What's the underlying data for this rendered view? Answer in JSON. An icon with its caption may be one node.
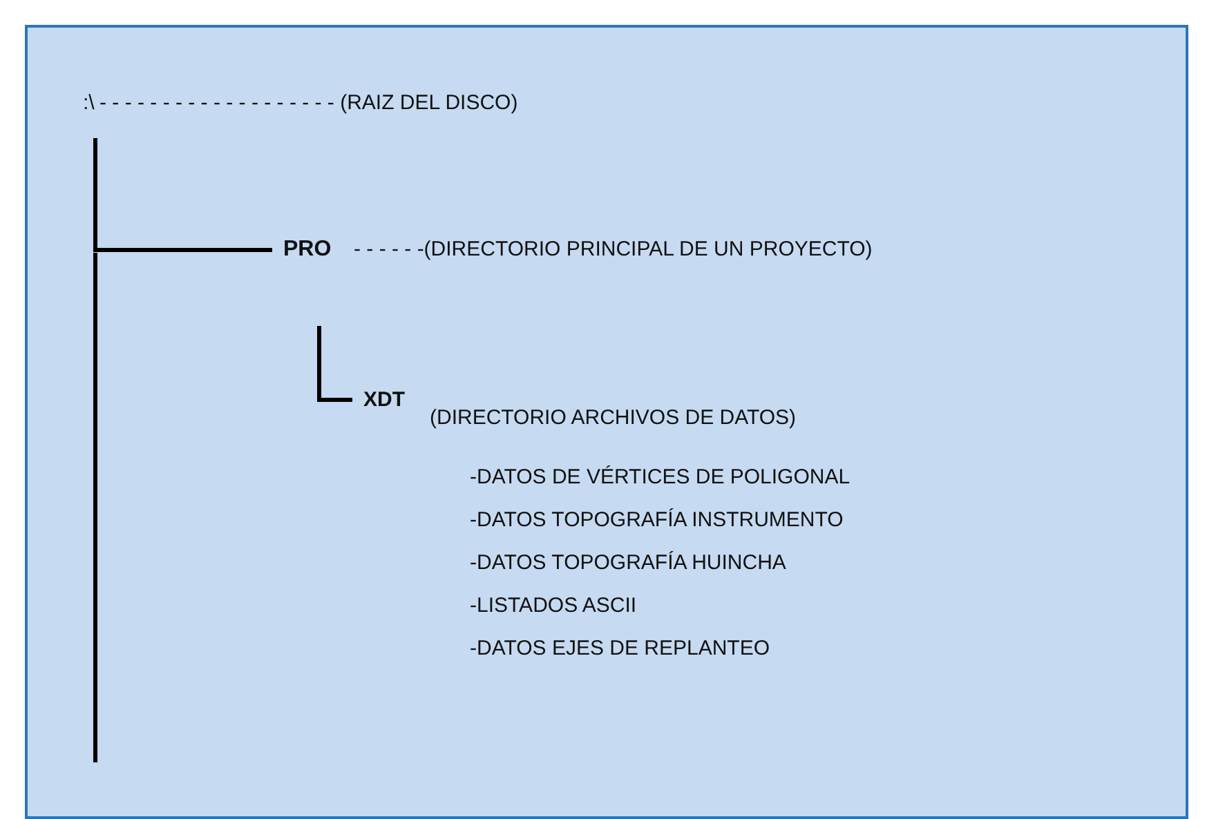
{
  "diagram": {
    "nodes": [
      {
        "text": [
          ":\\"
        ],
        "beside": [
          "- - - - - - - - - - - - - - - - - - - (RAIZ DEL DISCO)"
        ]
      },
      {
        "text": [
          "PRO"
        ],
        "beside": [
          "- - - - - -(DIRECTORIO PRINCIPAL DE UN PROYECTO)"
        ]
      },
      {
        "text": [
          "XDT"
        ],
        "beside": [
          "(DIRECTORIO ARCHIVOS DE DATOS)"
        ]
      }
    ],
    "edges": [
      {
        "from": 0,
        "to": 1,
        "arrow": "none"
      },
      {
        "from": 1,
        "to": 2,
        "arrow": "none"
      }
    ],
    "labels": [
      "-DATOS DE VÉRTICES DE POLIGONAL",
      "-DATOS TOPOGRAFÍA INSTRUMENTO",
      "-DATOS TOPOGRAFÍA HUINCHA",
      "-LISTADOS ASCII",
      "-DATOS EJES DE REPLANTEO"
    ]
  }
}
